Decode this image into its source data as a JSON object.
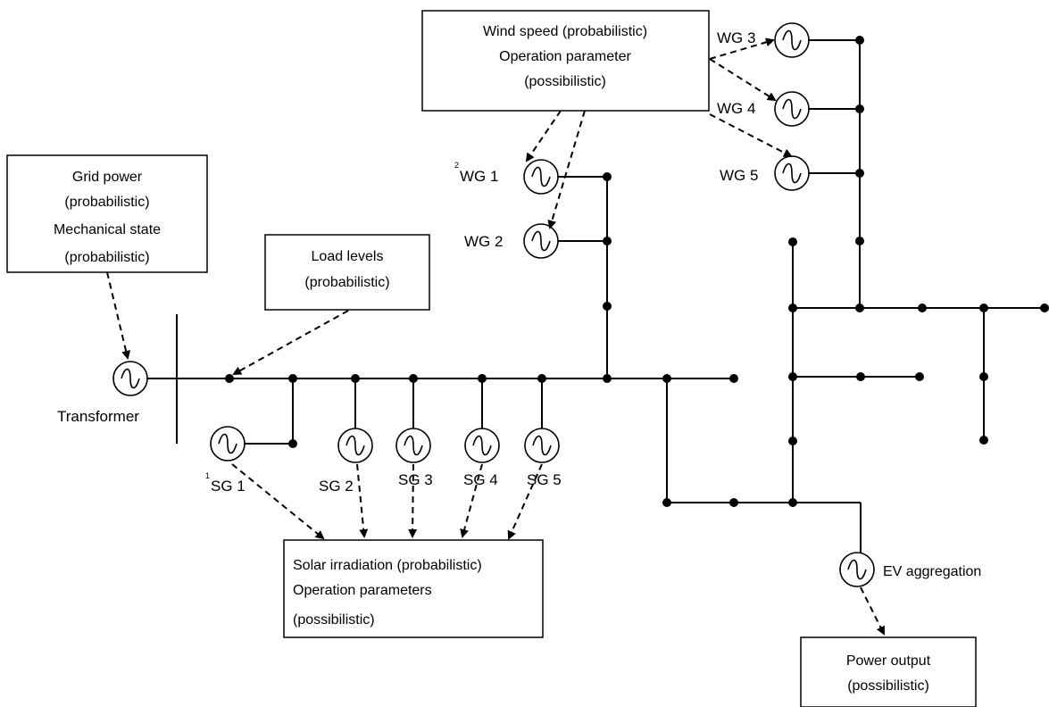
{
  "boxes": {
    "wind": [
      "Wind speed (probabilistic)",
      "Operation parameter",
      "(possibilistic)"
    ],
    "grid": [
      "Grid power",
      "(probabilistic)",
      "Mechanical state",
      "(probabilistic)"
    ],
    "load": [
      "Load levels",
      "(probabilistic)"
    ],
    "solar": [
      "Solar irradiation (probabilistic)",
      "Operation parameters",
      "(possibilistic)"
    ],
    "power": [
      "Power output",
      "(possibilistic)"
    ]
  },
  "labels": {
    "transformer": "Transformer",
    "wg1_sup": "2",
    "wg1": "WG 1",
    "wg2": "WG 2",
    "wg3": "WG 3",
    "wg4": "WG 4",
    "wg5": "WG 5",
    "sg1_sup": "1",
    "sg1": "SG 1",
    "sg2": "SG 2",
    "sg3": "SG 3",
    "sg4": "SG 4",
    "sg5": "SG 5",
    "ev": "EV aggregation"
  }
}
